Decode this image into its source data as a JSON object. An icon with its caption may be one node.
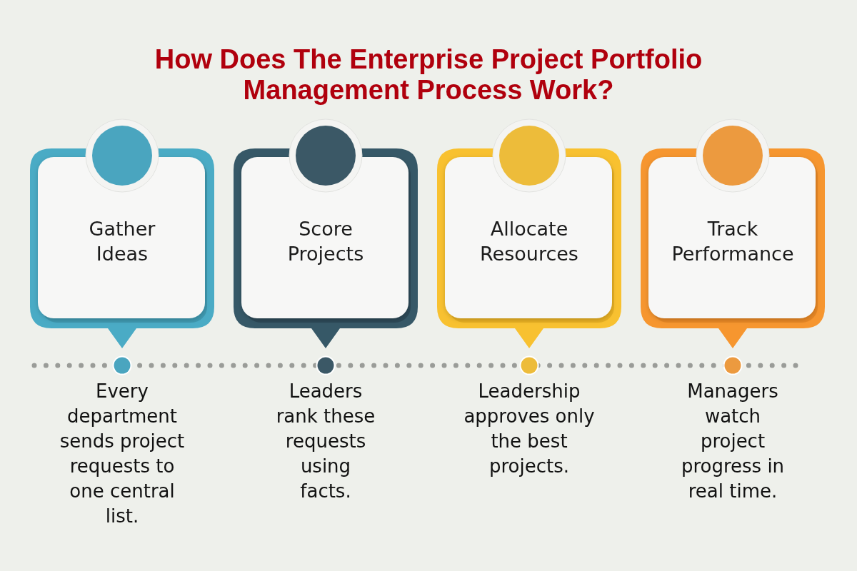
{
  "diagram": {
    "title": "How Does The Enterprise Project Portfolio Management Process Work?",
    "nodes": [
      {
        "text": [
          "Gather Ideas"
        ],
        "beside": [
          "Every department sends project requests to one central list."
        ]
      },
      {
        "text": [
          "Score Projects"
        ],
        "beside": [
          "Leaders rank these requests using facts."
        ]
      },
      {
        "text": [
          "Allocate Resources"
        ],
        "beside": [
          "Leadership approves only the best projects."
        ]
      },
      {
        "text": [
          "Track Performance"
        ],
        "beside": [
          "Managers watch project progress in real time."
        ]
      }
    ]
  }
}
